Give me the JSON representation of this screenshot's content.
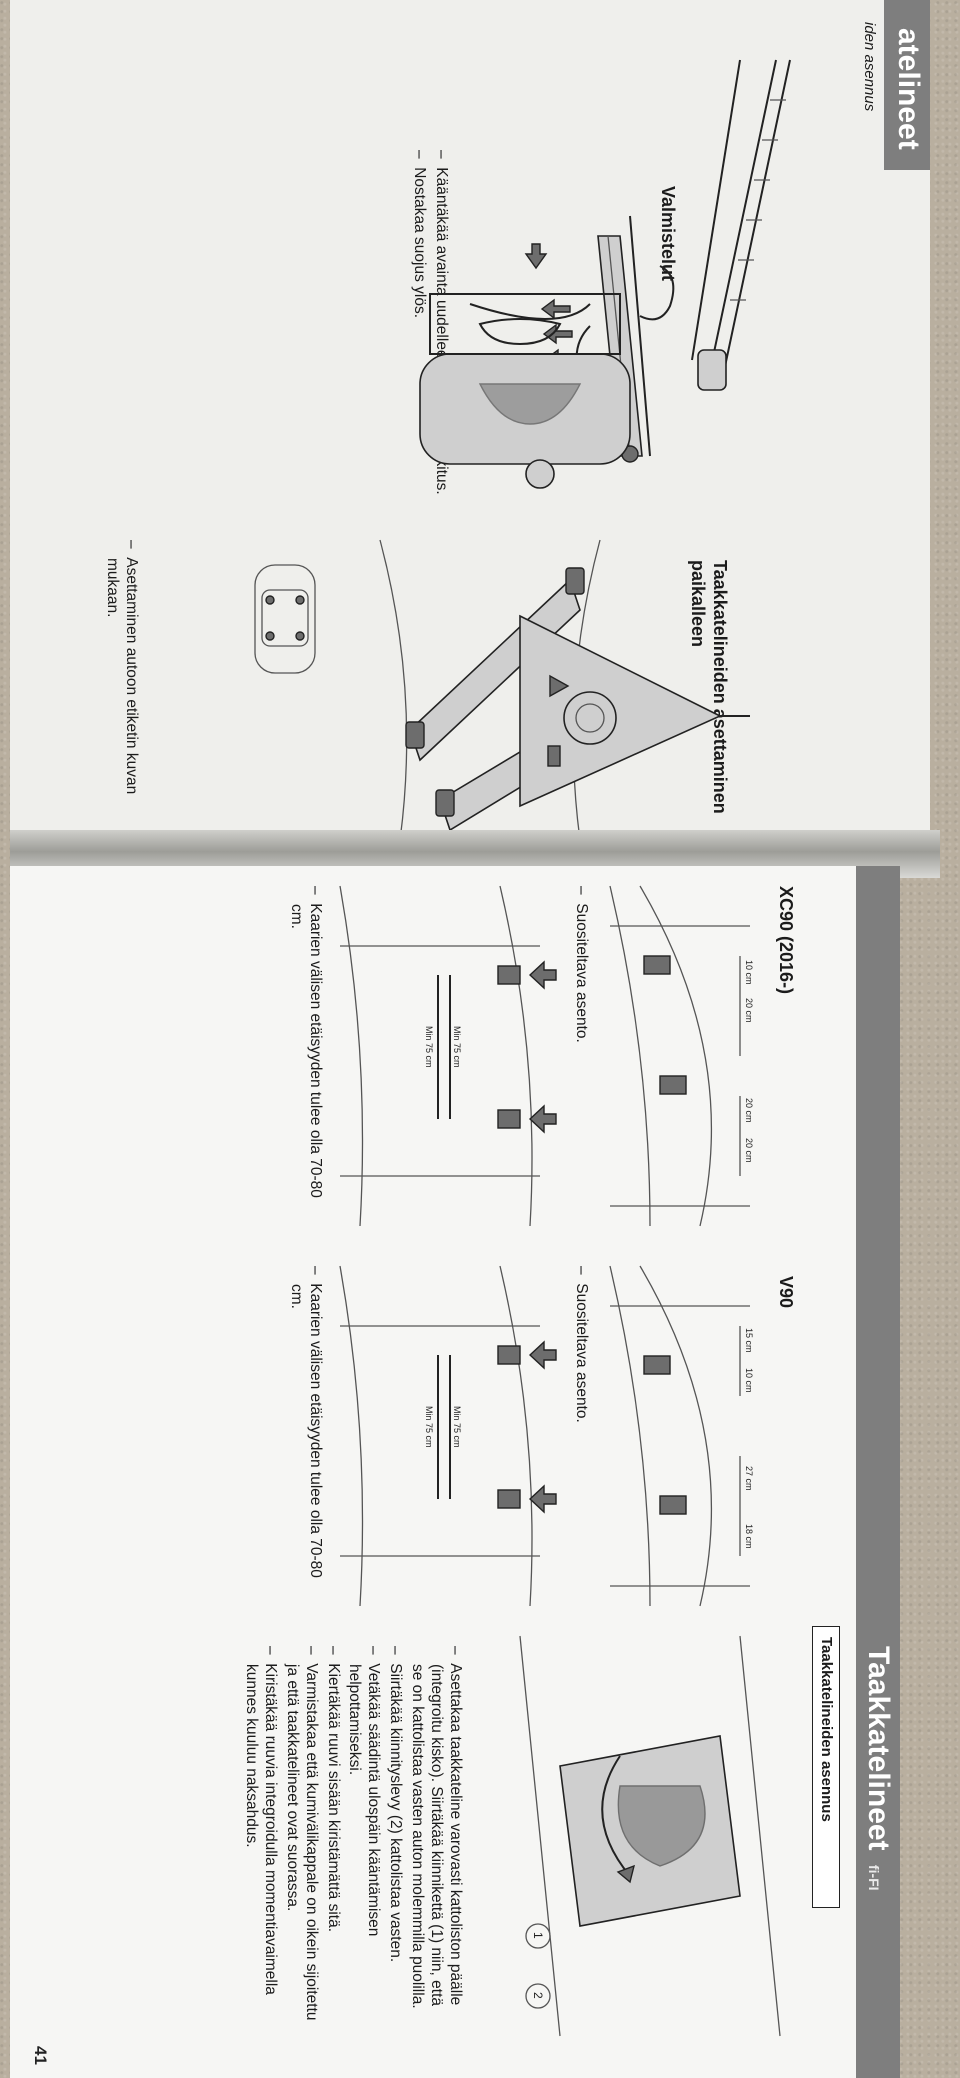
{
  "left_page": {
    "header_title": "atelineet",
    "header_sub": "iden asennus",
    "valmistelut": {
      "heading": "Valmistelut",
      "bullets": [
        "Kääntäkää avainta uudelleen ja avatkaa lukitus.",
        "Nostakaa suojus ylös."
      ]
    },
    "placement": {
      "heading": "Taakkatelineiden asettaminen paikalleen",
      "bullets": [
        "Asettaminen autoon etiketin kuvan mukaan."
      ]
    }
  },
  "right_page": {
    "header_title": "Taakkatelineet",
    "header_lang": "fi-FI",
    "tab_label": "Taakkatelineiden asennus",
    "page_number": "41",
    "xc90": {
      "heading": "XC90 (2016-)",
      "dims_top": [
        "10 cm",
        "20 cm",
        "20 cm",
        "20 cm"
      ],
      "dims_min": [
        "Min 75 cm",
        "Min 75 cm"
      ],
      "bullet_position": "Suositeltava asento.",
      "bullet_distance": "Kaarien välisen etäisyyden tulee olla 70-80 cm."
    },
    "v90": {
      "heading": "V90",
      "dims_top": [
        "15 cm",
        "10 cm",
        "27 cm",
        "18 cm"
      ],
      "dims_min": [
        "Min 75 cm",
        "Min 75 cm"
      ],
      "bullet_position": "Suositeltava asento.",
      "bullet_distance": "Kaarien välisen etäisyyden tulee olla 70-80 cm."
    },
    "callouts": [
      "1",
      "2"
    ],
    "instructions": [
      "Asettakaa taakkateline varovasti kattoliston päälle (integroitu kisko). Siirtäkää kiinnikettä (1) niin, että se on kattolistaa vasten auton molemmilla puolilla.",
      "Siirtäkää kiinnityslevy (2) kattolistaa vasten.",
      "Vetäkää säädintä ulospäin kääntämisen helpottamiseksi.",
      "Kiertäkää ruuvi sisään kiristämättä sitä.",
      "Varmistakaa että kumivälikappale on oikein sijoitettu ja että taakkatelineet ovat suorassa.",
      "Kiristäkää ruuvia integroidulla momentiavaimella kunnes kuuluu naksahdus."
    ]
  },
  "colors": {
    "header_gray": "#7e7e7e",
    "paper": "#f6f6f4",
    "table_surface": "#b9af9f"
  },
  "icons": [
    "key-lock-icon",
    "warning-triangle-icon",
    "arrow-down-icon",
    "car-top-view-icon"
  ]
}
